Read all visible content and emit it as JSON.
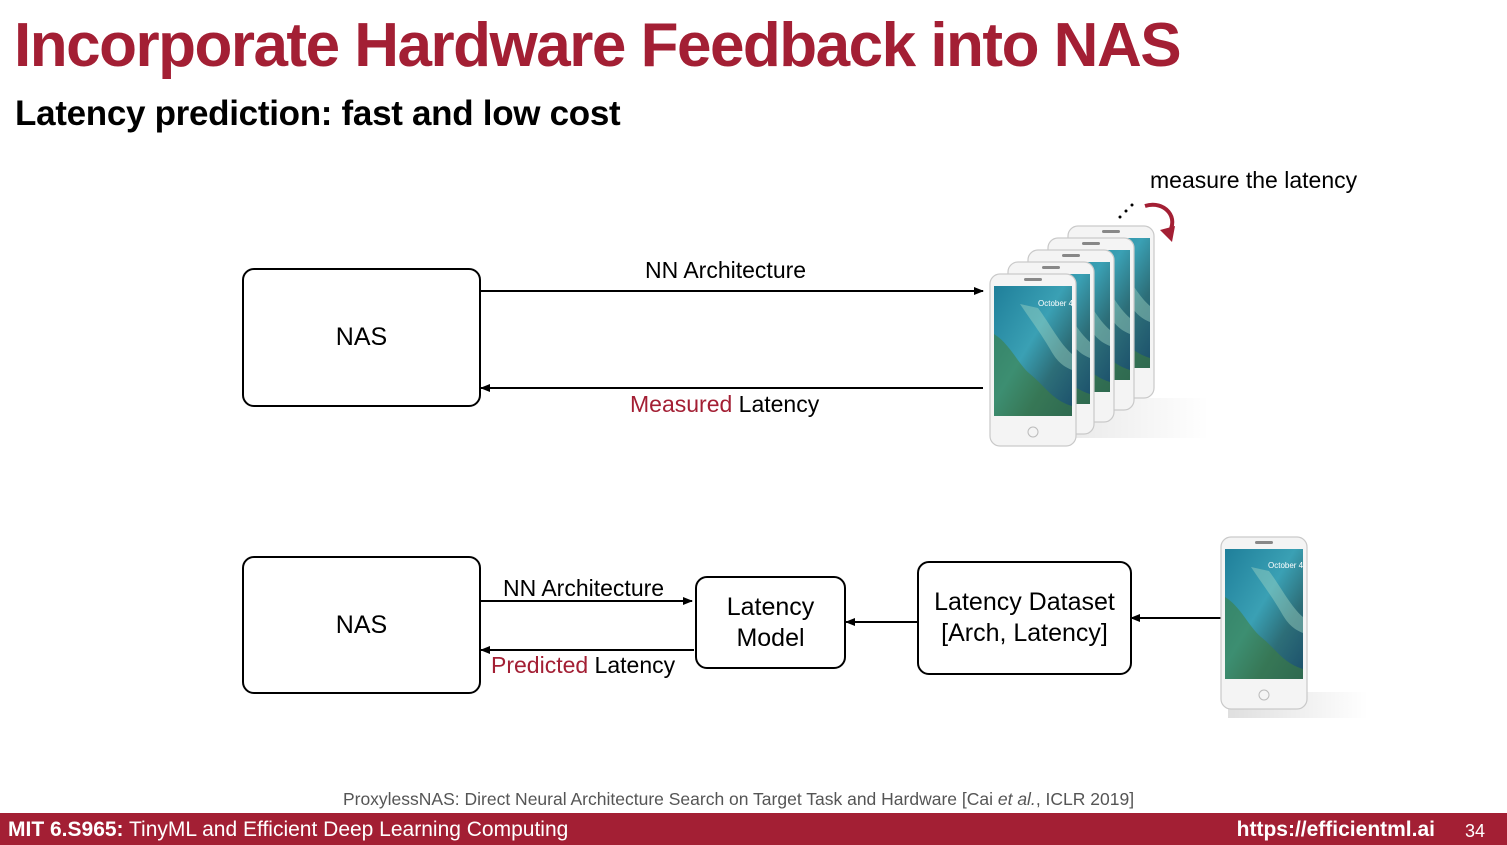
{
  "slide": {
    "title": "Incorporate Hardware Feedback into NAS",
    "subtitle": "Latency prediction: fast and low cost"
  },
  "diagram_top": {
    "nas_label": "NAS",
    "arrow_forward_label": "NN Architecture",
    "arrow_back_label_highlight": "Measured",
    "arrow_back_label_rest": " Latency",
    "phones_label": "measure the latency",
    "phone_date": "October 4"
  },
  "diagram_bottom": {
    "nas_label": "NAS",
    "arrow_forward_label": "NN Architecture",
    "arrow_back_label_highlight": "Predicted",
    "arrow_back_label_rest": " Latency",
    "model_line1": "Latency",
    "model_line2": "Model",
    "dataset_line1": "Latency Dataset",
    "dataset_line2": "[Arch, Latency]",
    "phone_date": "October 4"
  },
  "citation": {
    "prefix": "ProxylessNAS: Direct Neural Architecture Search on Target Task and Hardware [Cai ",
    "italic": "et al.",
    "suffix": ", ICLR 2019]"
  },
  "footer": {
    "course_code": "MIT 6.S965:",
    "course_name": " TinyML and Efficient Deep Learning Computing",
    "url": "https://efficientml.ai",
    "page_number": "34"
  },
  "colors": {
    "accent": "#a31f34",
    "screen_sky": "#2f8fa6",
    "screen_land": "#3f7f3a"
  }
}
